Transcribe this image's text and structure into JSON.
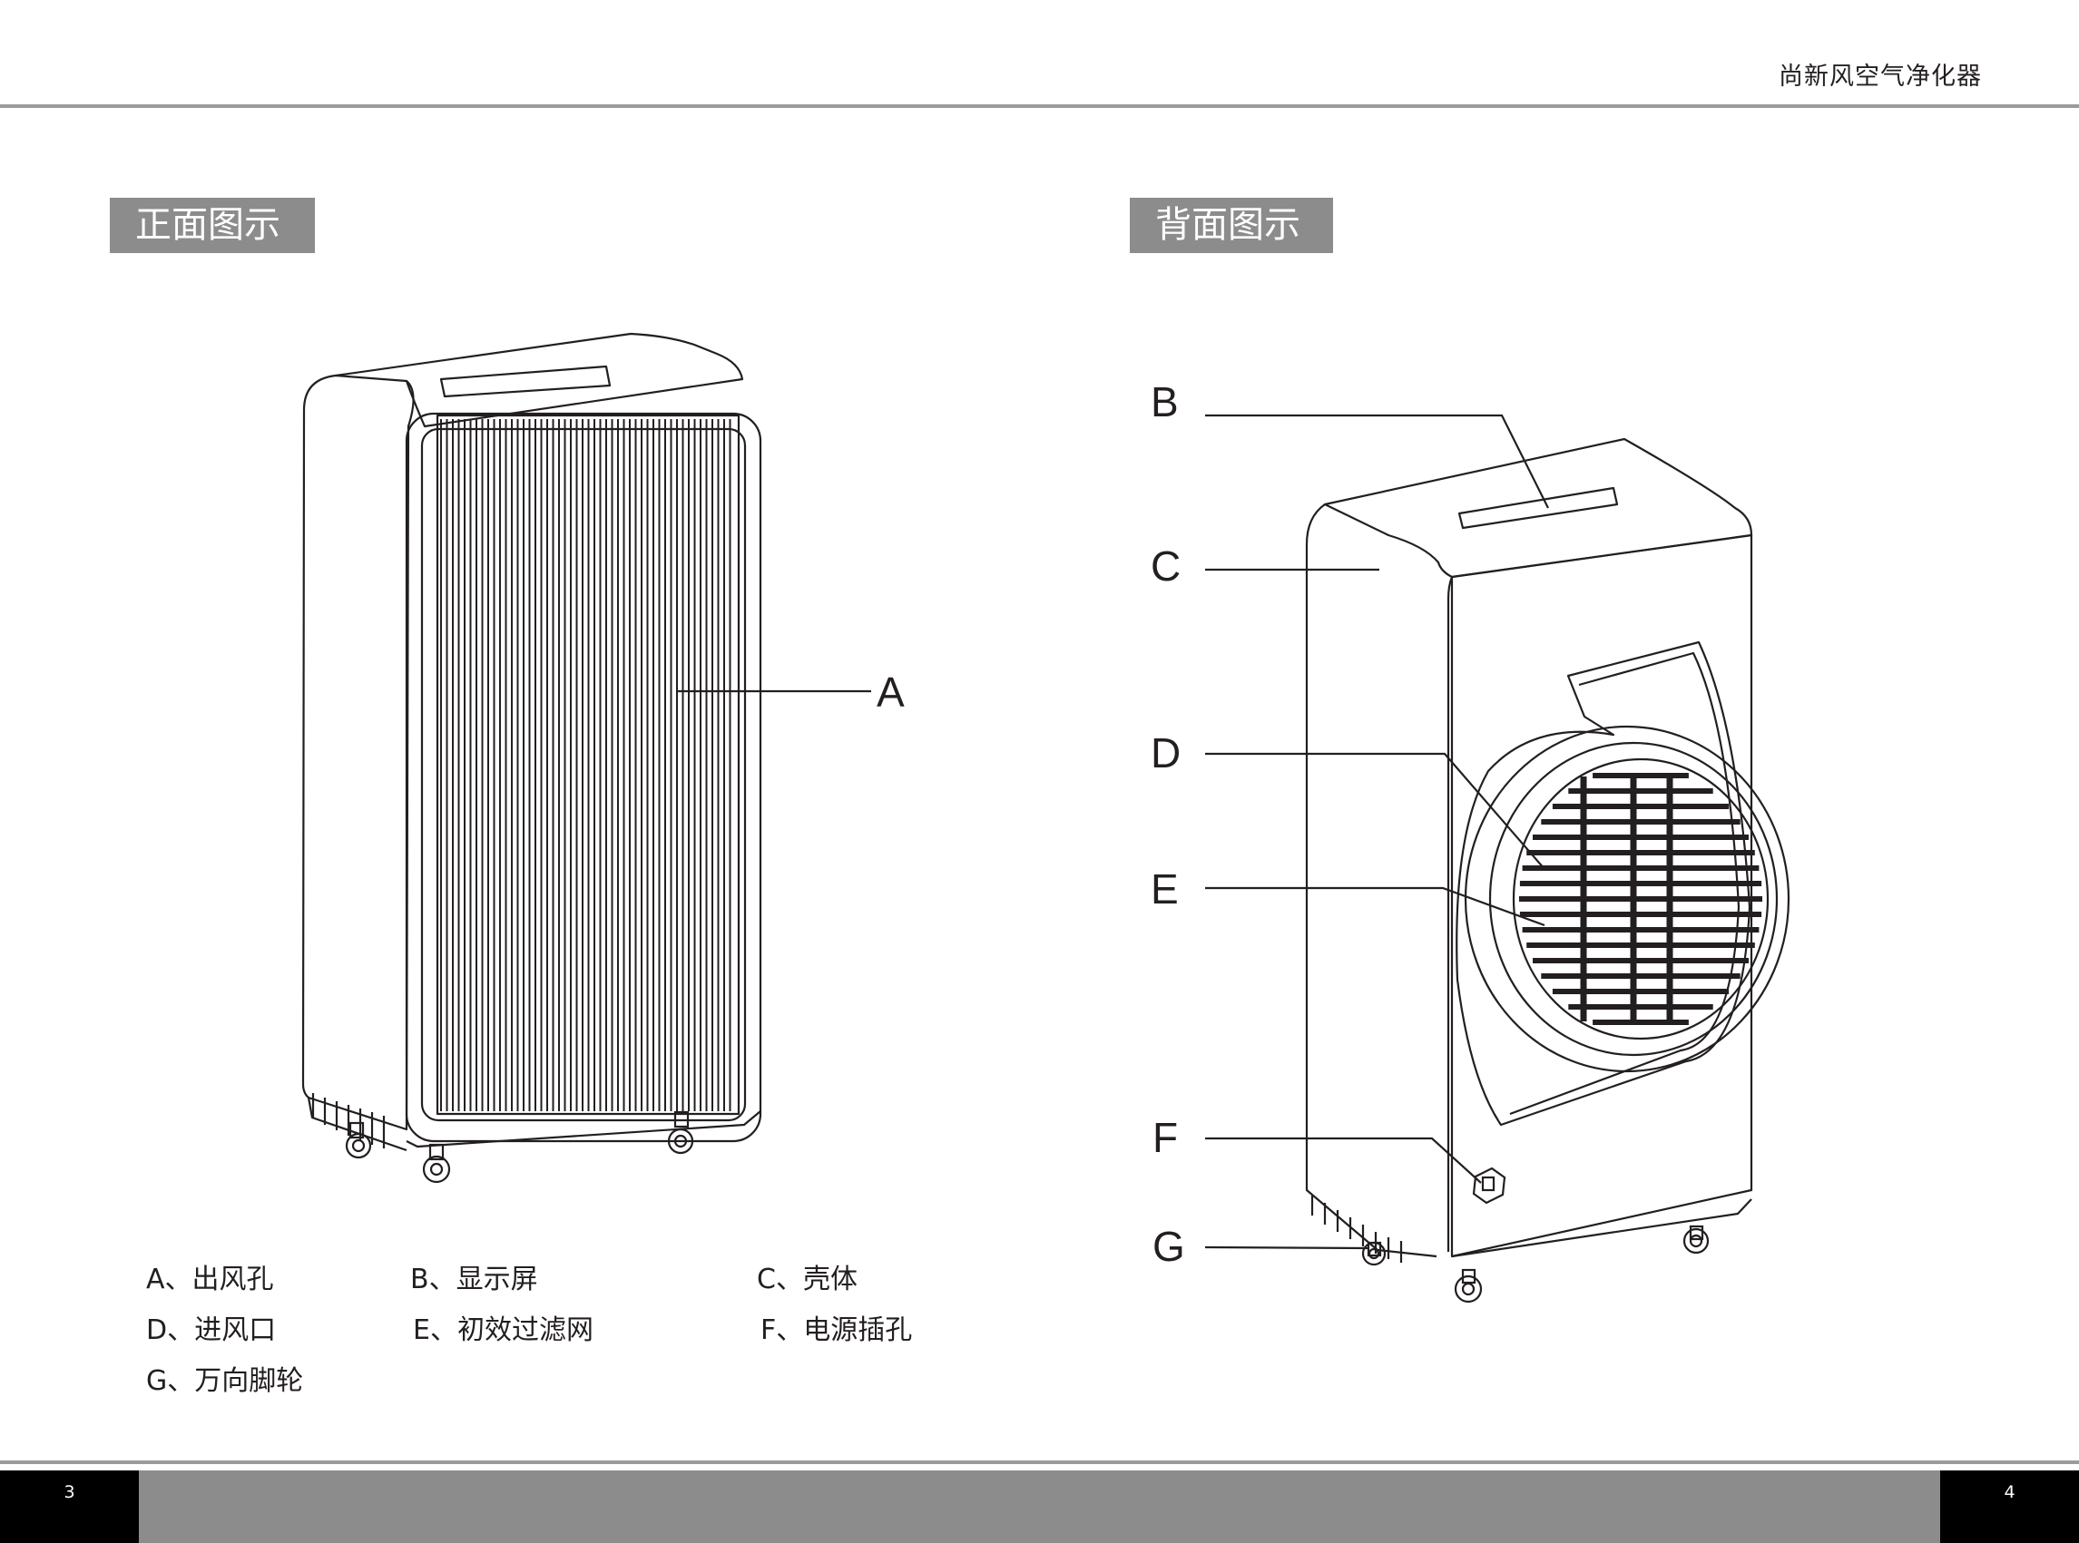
{
  "header": {
    "brand": "尚新风空气净化器"
  },
  "sections": {
    "front": {
      "title": "正面图示"
    },
    "back": {
      "title": "背面图示"
    }
  },
  "callouts": {
    "front": [
      "A"
    ],
    "back": [
      "B",
      "C",
      "D",
      "E",
      "F",
      "G"
    ]
  },
  "legend": [
    "A、出风孔",
    "B、显示屏",
    "C、壳体",
    "D、进风口",
    "E、初效过滤网",
    "F、电源插孔",
    "G、万向脚轮"
  ],
  "footer": {
    "page_left": "3",
    "page_right": "4"
  },
  "colors": {
    "rule": "#9b9b9b",
    "tag_bg": "#8c8c8c",
    "tag_text": "#ffffff",
    "footer_box": "#000000",
    "line": "#231f20"
  }
}
